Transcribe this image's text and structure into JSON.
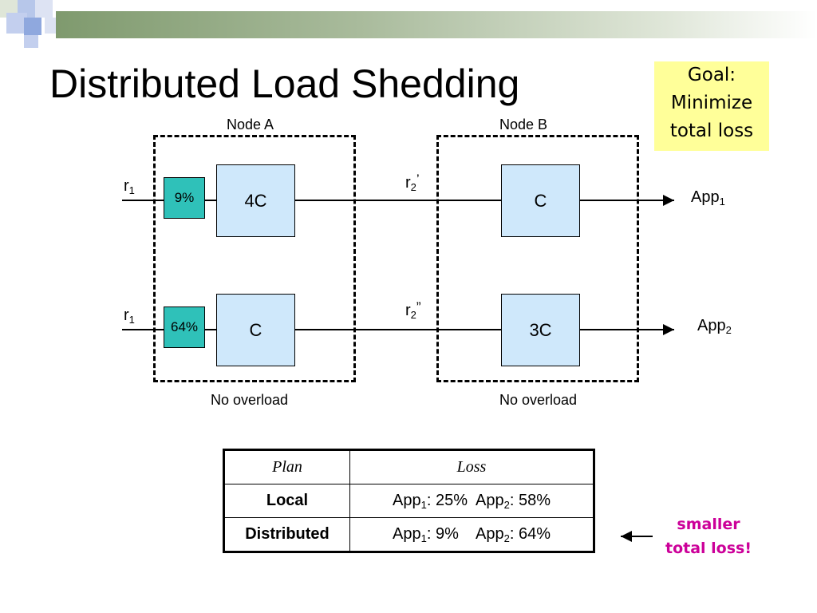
{
  "title": "Distributed Load Shedding",
  "goal": {
    "line1": "Goal:",
    "line2": "Minimize",
    "line3": "total loss"
  },
  "node_a": {
    "label": "Node A",
    "status": "No overload"
  },
  "node_b": {
    "label": "Node B",
    "status": "No overload"
  },
  "top_path": {
    "input": "r",
    "input_sub": "1",
    "drop": "9%",
    "op_a": "4C",
    "mid": "r",
    "mid_sub": "2",
    "mid_mark": "’",
    "op_b": "C",
    "output": "App",
    "output_sub": "1"
  },
  "bottom_path": {
    "input": "r",
    "input_sub": "1",
    "drop": "64%",
    "op_a": "C",
    "mid": "r",
    "mid_sub": "2",
    "mid_mark": "”",
    "op_b": "3C",
    "output": "App",
    "output_sub": "2"
  },
  "table": {
    "header_plan": "Plan",
    "header_loss": "Loss",
    "rows": [
      {
        "plan": "Local",
        "a1": "App",
        "a1_sub": "1",
        "a1_val": ": 25%",
        "a2": "App",
        "a2_sub": "2",
        "a2_val": ": 58%"
      },
      {
        "plan": "Distributed",
        "a1": "App",
        "a1_sub": "1",
        "a1_val": ": 9%",
        "a2": "App",
        "a2_sub": "2",
        "a2_val": ": 64%"
      }
    ]
  },
  "note": {
    "line1": "smaller",
    "line2": "total loss!"
  },
  "colors": {
    "op_fill": "#cfe8fb",
    "drop_fill": "#2fc1b9",
    "goal_fill": "#ffff99",
    "note_text": "#cc0099"
  }
}
